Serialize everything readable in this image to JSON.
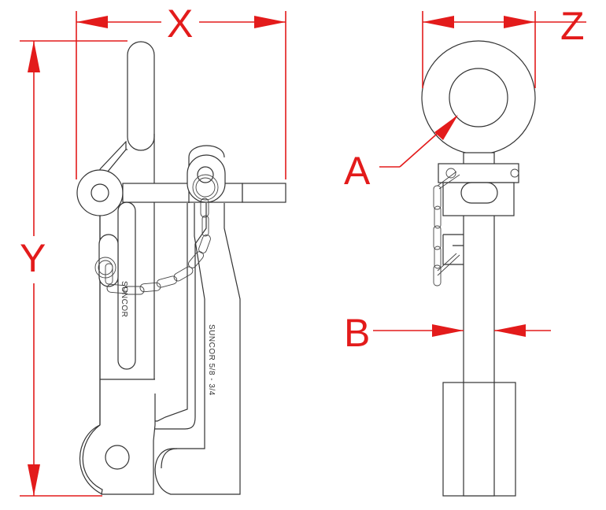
{
  "dimensions": {
    "x_label": "X",
    "y_label": "Y",
    "z_label": "Z",
    "a_label": "A",
    "b_label": "B"
  },
  "engravings": {
    "brand_small": "SUNCOR",
    "brand_size": "SUNCOR 5/8 - 3/4"
  },
  "colors": {
    "dimension": "#e31b1b",
    "outline": "#333333"
  }
}
